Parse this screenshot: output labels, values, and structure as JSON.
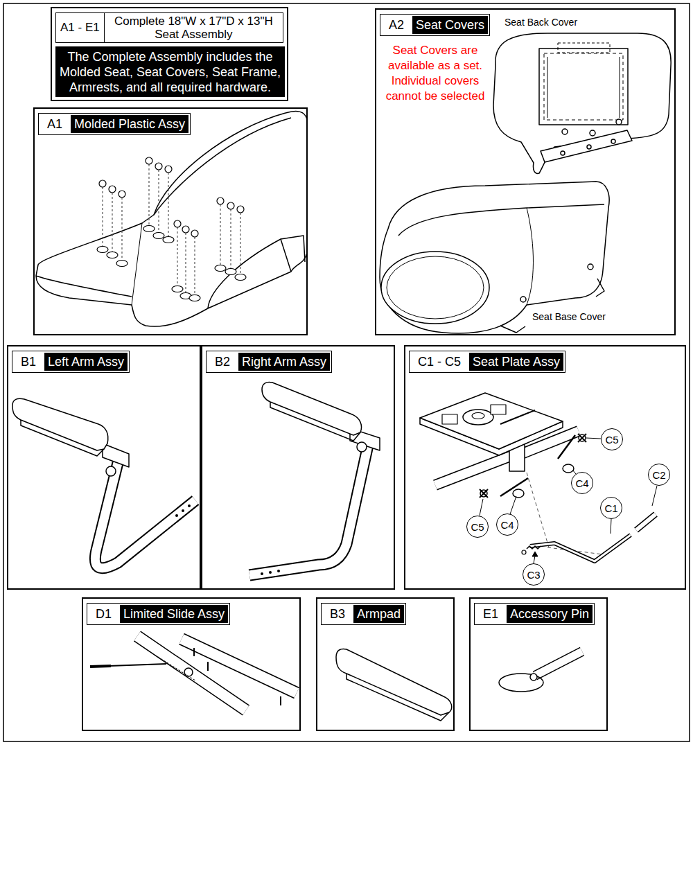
{
  "diagram": {
    "nodes": [
      {
        "text": [
          "A1 - E1",
          "Complete 18\"W x 17\"D x 13\"H Seat Assembly"
        ]
      },
      {
        "text": [
          "The Complete Assembly includes the Molded Seat, Seat Covers, Seat Frame, Armrests, and all required hardware."
        ],
        "in": 0
      },
      {
        "text": [
          "A1",
          "Molded Plastic Assy"
        ]
      },
      {
        "text": [
          "A2",
          "Seat Covers"
        ]
      },
      {
        "text": [
          "B1",
          "Left Arm Assy"
        ]
      },
      {
        "text": [
          "B2",
          "Right Arm Assy"
        ]
      },
      {
        "text": [
          "C1 - C5",
          "Seat Plate Assy"
        ]
      },
      {
        "text": [
          "C5"
        ],
        "in": 6
      },
      {
        "text": [
          "C2"
        ],
        "in": 6
      },
      {
        "text": [
          "C4"
        ],
        "in": 6
      },
      {
        "text": [
          "C1"
        ],
        "in": 6
      },
      {
        "text": [
          "C5"
        ],
        "in": 6
      },
      {
        "text": [
          "C4"
        ],
        "in": 6
      },
      {
        "text": [
          "C3"
        ],
        "in": 6
      },
      {
        "text": [
          "D1",
          "Limited Slide Assy"
        ]
      },
      {
        "text": [
          "B3",
          "Armpad"
        ]
      },
      {
        "text": [
          "E1",
          "Accessory Pin"
        ]
      }
    ],
    "labels": [
      "Seat Covers are available as a set. Individual covers cannot be selected",
      "Seat Back Cover",
      "Seat Base Cover"
    ]
  }
}
